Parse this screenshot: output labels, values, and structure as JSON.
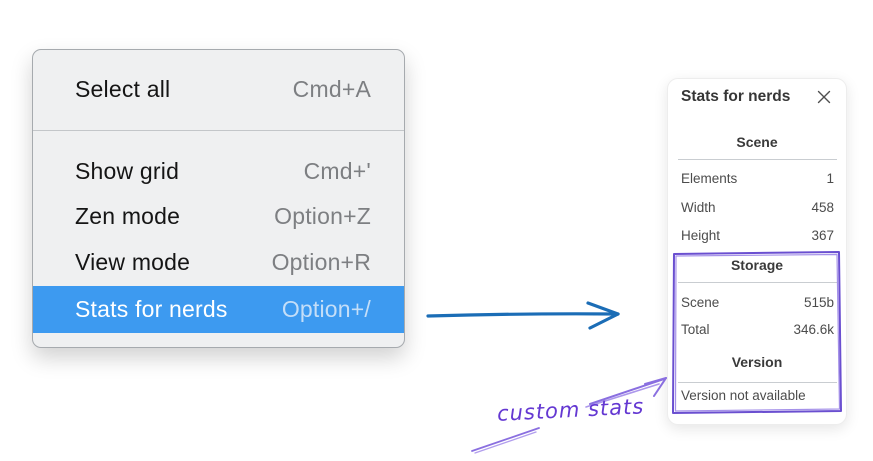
{
  "context_menu": {
    "items": [
      {
        "label": "Select all",
        "shortcut": "Cmd+A",
        "selected": false
      },
      {
        "label": "Show grid",
        "shortcut": "Cmd+'",
        "selected": false
      },
      {
        "label": "Zen mode",
        "shortcut": "Option+Z",
        "selected": false
      },
      {
        "label": "View mode",
        "shortcut": "Option+R",
        "selected": false
      },
      {
        "label": "Stats for nerds",
        "shortcut": "Option+/",
        "selected": true
      }
    ]
  },
  "stats_panel": {
    "title": "Stats for nerds",
    "close_icon": "x",
    "sections": [
      {
        "heading": "Scene",
        "rows": [
          {
            "label": "Elements",
            "value": "1"
          },
          {
            "label": "Width",
            "value": "458"
          },
          {
            "label": "Height",
            "value": "367"
          }
        ]
      },
      {
        "heading": "Storage",
        "rows": [
          {
            "label": "Scene",
            "value": "515b"
          },
          {
            "label": "Total",
            "value": "346.6k"
          }
        ]
      },
      {
        "heading": "Version",
        "note": "Version not available"
      }
    ]
  },
  "annotations": {
    "label": "custom stats"
  },
  "colors": {
    "menu_highlight": "#3d9af0",
    "menu_background": "#eff0f1",
    "arrow_blue": "#1b6db6",
    "annotation_purple": "#6438d2",
    "annotation_purple_light": "#8a6fe0"
  }
}
